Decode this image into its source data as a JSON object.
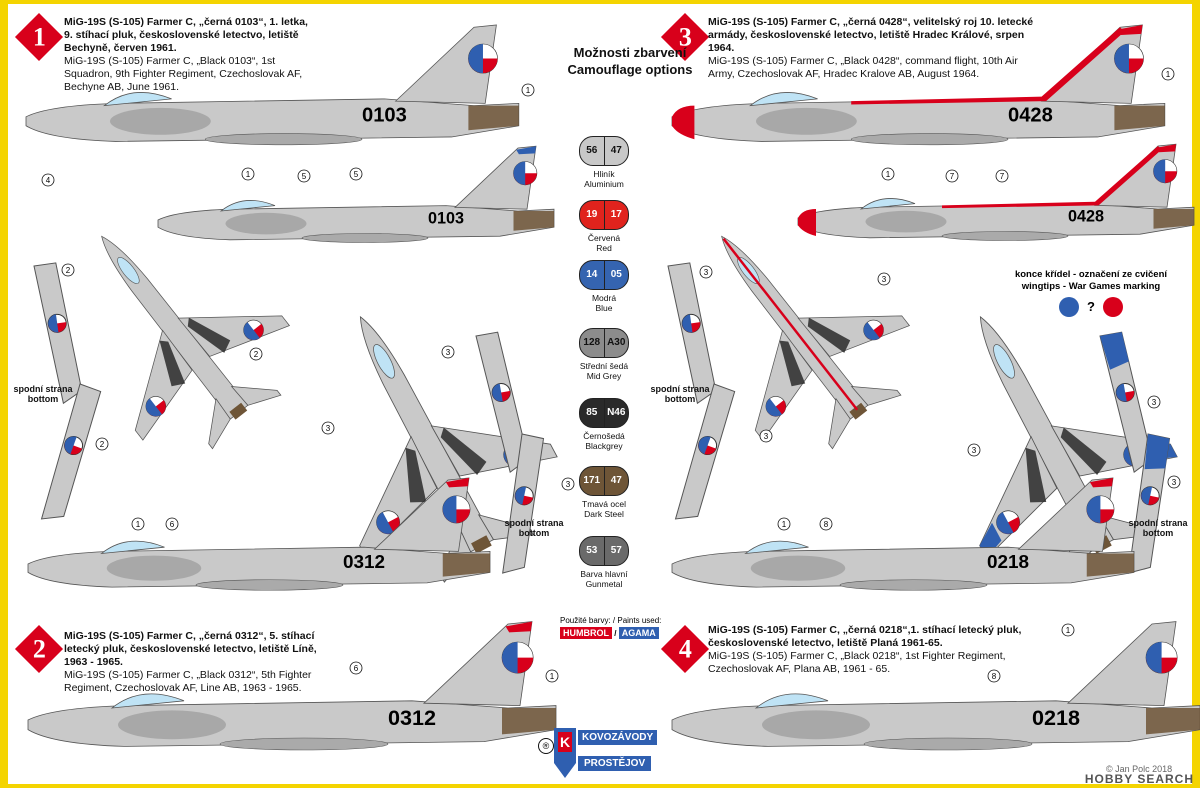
{
  "sheet": {
    "title_cz": "Možnosti zbarvení",
    "title_en": "Camouflage options"
  },
  "schemes": [
    {
      "number": "1",
      "cz_bold": "MiG-19S (S-105) Farmer C, „černá 0103“, 1. letka, 9. stíhací pluk, československé letectvo, letiště Bechyně, červen 1961.",
      "en": "MiG-19S (S-105) Farmer C, „Black 0103“, 1st Squadron, 9th Fighter Regiment, Czechoslovak AF, Bechyne AB, June 1961."
    },
    {
      "number": "2",
      "cz_bold": "MiG-19S (S-105) Farmer C, „černá 0312“, 5. stíhací letecký pluk, československé letectvo, letiště Líně, 1963 - 1965.",
      "en": "MiG-19S (S-105) Farmer C, „Black 0312“, 5th Fighter Regiment, Czechoslovak AF, Line AB, 1963 - 1965."
    },
    {
      "number": "3",
      "cz_bold": "MiG-19S (S-105) Farmer C, „černá 0428“, velitelský roj 10. letecké armády, československé letectvo, letiště Hradec Králové, srpen 1964.",
      "en": "MiG-19S (S-105) Farmer C, „Black 0428“, command flight, 10th Air Army, Czechoslovak AF, Hradec Kralove AB, August 1964."
    },
    {
      "number": "4",
      "cz_bold": "MiG-19S (S-105) Farmer C, „černá 0218“,1. stíhací letecký pluk, československé letectvo, letiště Planá 1961-65.",
      "en": "MiG-19S (S-105) Farmer C, „Black 0218“, 1st Fighter Regiment, Czechoslovak AF, Plana AB, 1961 - 65."
    }
  ],
  "paints": [
    {
      "a": "56",
      "b": "47",
      "cz": "Hliník",
      "en": "Aluminium",
      "color": "#c8c8c8",
      "text": "#111"
    },
    {
      "a": "19",
      "b": "17",
      "cz": "Červená",
      "en": "Red",
      "color": "#e0231d",
      "text": "#fff"
    },
    {
      "a": "14",
      "b": "05",
      "cz": "Modrá",
      "en": "Blue",
      "color": "#3564b0",
      "text": "#fff"
    },
    {
      "a": "128",
      "b": "A30",
      "cz": "Střední šedá",
      "en": "Mid Grey",
      "color": "#8c8c8c",
      "text": "#111"
    },
    {
      "a": "85",
      "b": "N46",
      "cz": "Černošedá",
      "en": "Blackgrey",
      "color": "#2a2a2a",
      "text": "#fff"
    },
    {
      "a": "171",
      "b": "47",
      "cz": "Tmavá ocel",
      "en": "Dark Steel",
      "color": "#6e5537",
      "text": "#fff"
    },
    {
      "a": "53",
      "b": "57",
      "cz": "Barva hlavní",
      "en": "Gunmetal",
      "color": "#6a6a6a",
      "text": "#fff"
    }
  ],
  "serials": [
    "0103",
    "0103",
    "0312",
    "0312",
    "0428",
    "0428",
    "0218",
    "0218"
  ],
  "bottom_label": {
    "cz": "spodní strana",
    "en": "bottom"
  },
  "wingtips": {
    "cz": "konce křídel - označení ze cvičení",
    "en": "wingtips - War Games marking",
    "question": "?"
  },
  "paints_used": "Použité barvy: / Paints used:",
  "brands": {
    "humbrol": "HUMBROL",
    "agama": "AGAMA"
  },
  "logo": {
    "line1": "KOVOZÁVODY",
    "line2": "PROSTĚJOV",
    "reg": "®"
  },
  "copyright": "© Jan Polc 2018",
  "watermark": "HOBBY SEARCH",
  "callouts": [
    "1",
    "2",
    "3",
    "4",
    "5",
    "6",
    "7",
    "8"
  ],
  "colors": {
    "red": "#d8001b",
    "blue": "#2f5fb0",
    "grey": "#c9c9c9",
    "dark": "#2a2a2a",
    "steel": "#6e5537",
    "background": "#f4d400"
  }
}
